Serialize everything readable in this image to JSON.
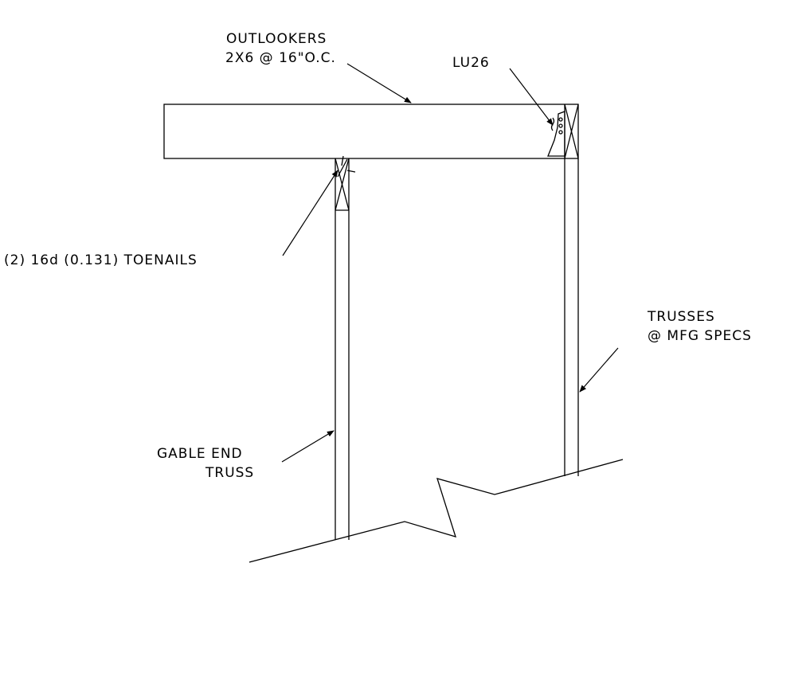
{
  "labels": {
    "outlookers_line1": "OUTLOOKERS",
    "outlookers_line2": "2X6 @ 16\"O.C.",
    "hanger": "LU26",
    "toenails": "(2) 16d (0.131) TOENAILS",
    "trusses_line1": "TRUSSES",
    "trusses_line2": "@ MFG SPECS",
    "gable_line1": "GABLE END",
    "gable_line2": "TRUSS"
  }
}
